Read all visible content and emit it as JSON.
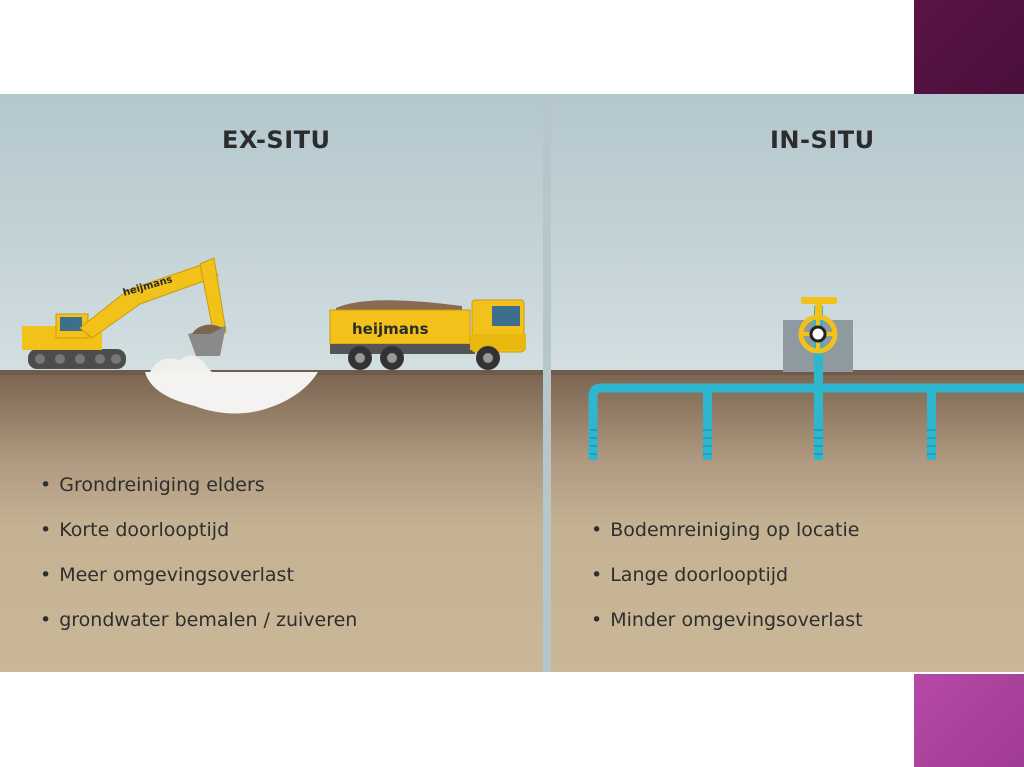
{
  "ex_situ": {
    "title": "EX-SITU",
    "brand": "heijmans",
    "bullets": [
      "Grondreiniging elders",
      "Korte doorlooptijd",
      "Meer omgevingsoverlast",
      "grondwater bemalen / zuiveren"
    ]
  },
  "in_situ": {
    "title": "IN-SITU",
    "bullets": [
      "Bodemreiniging op locatie",
      "Lange doorlooptijd",
      "Minder omgevingsoverlast"
    ]
  },
  "bullet_glyph": "•",
  "colors": {
    "machine_yellow": "#f2c21a",
    "pipe_cyan": "#2fb6cf",
    "sky": "#c4d3d7",
    "soil": "#c5b293",
    "accent_top": "#4a0f3b",
    "accent_bottom": "#a83f98"
  }
}
